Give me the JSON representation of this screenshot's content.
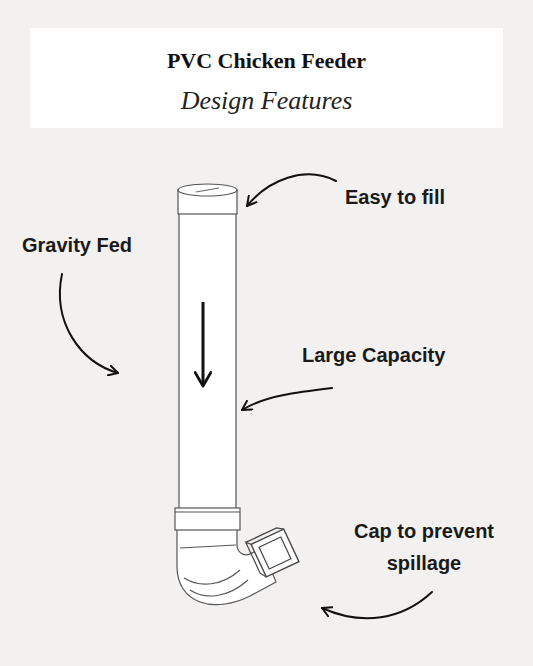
{
  "diagram": {
    "title": "PVC Chicken Feeder",
    "labels": [
      "Design Features",
      "Easy to fill",
      "Gravity Fed",
      "Large Capacity",
      "Cap to prevent spillage"
    ]
  }
}
